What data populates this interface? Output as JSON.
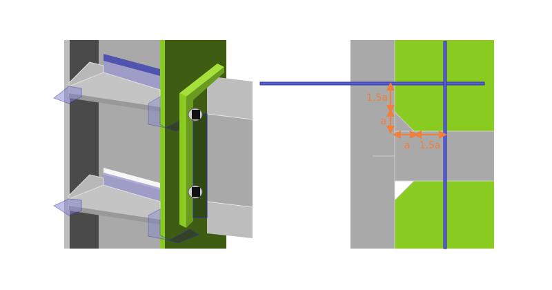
{
  "colors": {
    "steel": "#a9a9a9",
    "steel_dark": "#4a4a4a",
    "plate_green": "#8acb22",
    "column_green": "#3e5c12",
    "weld_blue": "#2b2fa8",
    "dimension_orange": "#f07f3c"
  },
  "detail_view": {
    "dimensions": [
      {
        "label": "1.5a",
        "direction": "vertical"
      },
      {
        "label": "a",
        "direction": "vertical"
      },
      {
        "label": "a",
        "direction": "horizontal"
      },
      {
        "label": "1.5a",
        "direction": "horizontal"
      }
    ]
  }
}
